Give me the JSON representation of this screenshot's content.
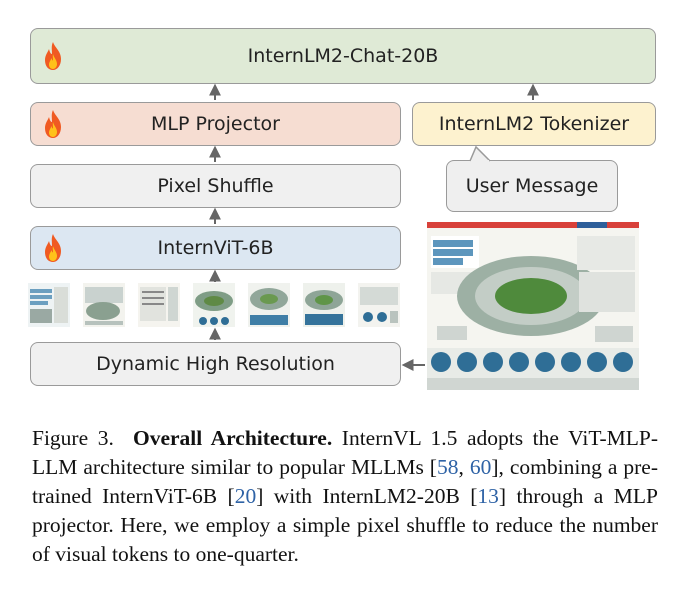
{
  "diagram": {
    "llm_label": "InternLM2-Chat-20B",
    "mlp_label": "MLP Projector",
    "tokenizer_label": "InternLM2 Tokenizer",
    "shuffle_label": "Pixel Shuffle",
    "vit_label": "InternViT-6B",
    "user_message_label": "User Message",
    "dynamic_label": "Dynamic High Resolution",
    "icons": [
      "fire-icon"
    ],
    "colors": {
      "llm": "#dfead6",
      "mlp": "#f6ddd2",
      "tokenizer": "#fdf2cf",
      "shuffle": "#f0f0f0",
      "vit": "#dce7f2",
      "dynamic": "#f0f0f0",
      "arrow": "#666666"
    }
  },
  "caption": {
    "prefix": "Figure 3.",
    "title": "Overall Architecture.",
    "text_1": "InternVL 1.5 adopts the ViT-MLP-LLM architecture similar to popular MLLMs [",
    "ref_1": "58",
    "sep_1": ", ",
    "ref_2": "60",
    "text_2": "], combining a pre-trained InternViT-6B [",
    "ref_3": "20",
    "text_3": "] with InternLM2-20B [",
    "ref_4": "13",
    "text_4": "] through a MLP projector. Here, we employ a simple pixel shuffle to reduce the number of visual tokens to one-quarter."
  }
}
